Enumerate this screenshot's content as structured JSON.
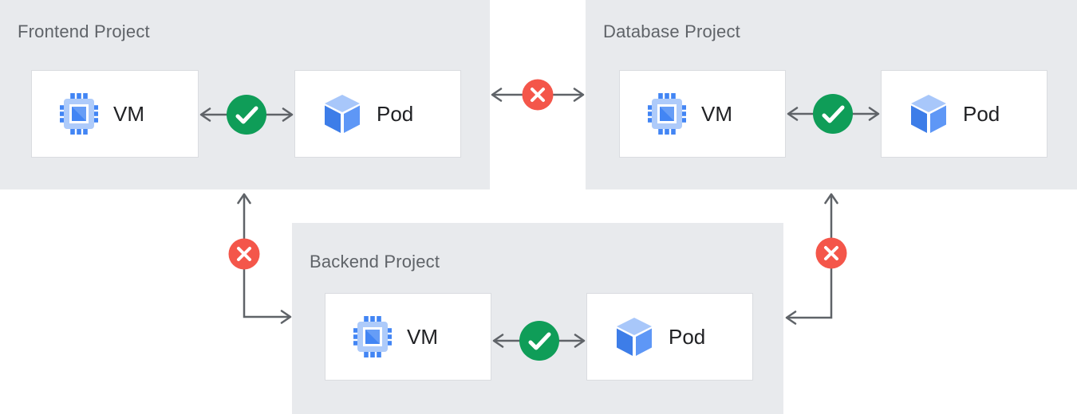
{
  "projects": [
    {
      "id": "frontend",
      "title": "Frontend Project",
      "nodes": [
        {
          "icon": "vm-chip-icon",
          "label": "VM"
        },
        {
          "icon": "pod-cube-icon",
          "label": "Pod"
        }
      ],
      "internal_connection": "allowed"
    },
    {
      "id": "database",
      "title": "Database Project",
      "nodes": [
        {
          "icon": "vm-chip-icon",
          "label": "VM"
        },
        {
          "icon": "pod-cube-icon",
          "label": "Pod"
        }
      ],
      "internal_connection": "allowed"
    },
    {
      "id": "backend",
      "title": "Backend Project",
      "nodes": [
        {
          "icon": "vm-chip-icon",
          "label": "VM"
        },
        {
          "icon": "pod-cube-icon",
          "label": "Pod"
        }
      ],
      "internal_connection": "allowed"
    }
  ],
  "connections": [
    {
      "from": "Frontend Project VM",
      "to": "Frontend Project Pod",
      "status": "allowed",
      "marker": "green-check"
    },
    {
      "from": "Database Project VM",
      "to": "Database Project Pod",
      "status": "allowed",
      "marker": "green-check"
    },
    {
      "from": "Backend Project VM",
      "to": "Backend Project Pod",
      "status": "allowed",
      "marker": "green-check"
    },
    {
      "from": "Frontend Project",
      "to": "Database Project",
      "status": "blocked",
      "marker": "red-x"
    },
    {
      "from": "Frontend Project",
      "to": "Backend Project",
      "status": "blocked",
      "marker": "red-x"
    },
    {
      "from": "Database Project",
      "to": "Backend Project",
      "status": "blocked",
      "marker": "red-x"
    }
  ],
  "colors": {
    "panel_bg": "#E8EAED",
    "box_bg": "#FFFFFF",
    "box_border": "#DADCE0",
    "title_text": "#5F6368",
    "label_text": "#202124",
    "arrow": "#5F6368",
    "allowed_green": "#0F9D58",
    "blocked_red": "#F4564A",
    "icon_blue": "#4285F4",
    "icon_blue_mid": "#669DF6",
    "icon_blue_light": "#AECBFA"
  }
}
